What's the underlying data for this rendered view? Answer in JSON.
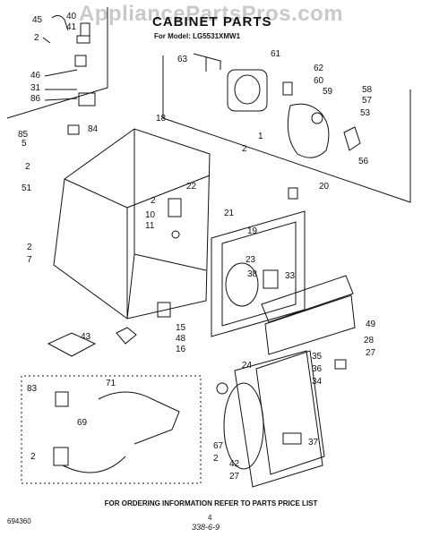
{
  "watermark": "AppliancePartsPros.com",
  "header": {
    "title": "CABINET PARTS",
    "model": "For Model: LG5531XMW1"
  },
  "labels": {
    "l45": "45",
    "l40": "40",
    "l41": "41",
    "l2a": "2",
    "l46": "46",
    "l31": "31",
    "l86": "86",
    "l63": "63",
    "l61": "61",
    "l62": "62",
    "l60": "60",
    "l59": "59",
    "l58": "58",
    "l57": "57",
    "l53": "53",
    "l1": "1",
    "l2b": "2",
    "l56": "56",
    "l18": "18",
    "l85": "85",
    "l84": "84",
    "l5": "5",
    "l2c": "2",
    "l51": "51",
    "l22": "22",
    "l2d": "2",
    "l10": "10",
    "l11": "11",
    "l20": "20",
    "l21": "21",
    "l19": "19",
    "l2e": "2",
    "l7": "7",
    "l23": "23",
    "l38": "38",
    "l33": "33",
    "l15": "15",
    "l48": "48",
    "l16": "16",
    "l49": "49",
    "l43": "43",
    "l28": "28",
    "l27a": "27",
    "l24": "24",
    "l35": "35",
    "l36": "36",
    "l34": "34",
    "l37": "37",
    "l83": "83",
    "l71": "71",
    "l69": "69",
    "l67": "67",
    "l2f": "2",
    "l42": "42",
    "l2g": "2",
    "l27b": "27"
  },
  "footer": {
    "note": "FOR ORDERING INFORMATION REFER TO PARTS PRICE LIST",
    "page": "4",
    "part_number": "694360",
    "handwritten": "338-6-9"
  }
}
